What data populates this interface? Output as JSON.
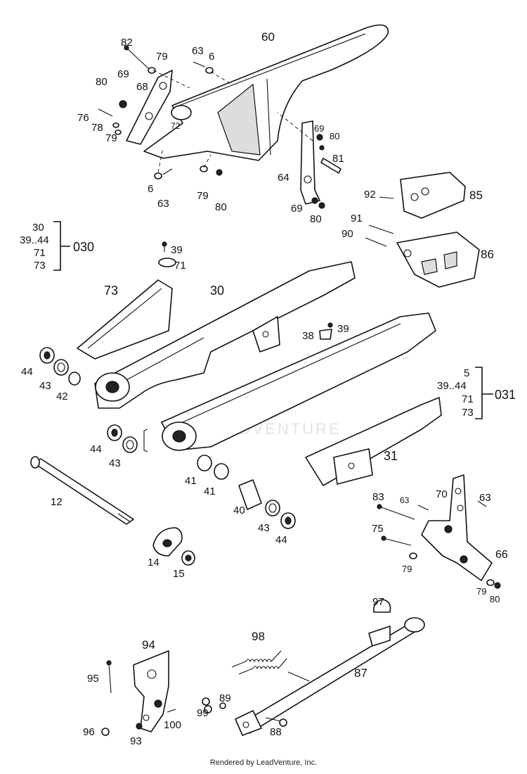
{
  "diagram": {
    "callouts": [
      {
        "id": "60",
        "text": "60"
      },
      {
        "id": "82",
        "text": "82"
      },
      {
        "id": "79a",
        "text": "79"
      },
      {
        "id": "63a",
        "text": "63"
      },
      {
        "id": "6a",
        "text": "6"
      },
      {
        "id": "80a",
        "text": "80"
      },
      {
        "id": "69a",
        "text": "69"
      },
      {
        "id": "68",
        "text": "68"
      },
      {
        "id": "76",
        "text": "76"
      },
      {
        "id": "78",
        "text": "78"
      },
      {
        "id": "79b",
        "text": "79"
      },
      {
        "id": "72",
        "text": "72"
      },
      {
        "id": "69b",
        "text": "69"
      },
      {
        "id": "80b",
        "text": "80"
      },
      {
        "id": "81",
        "text": "81"
      },
      {
        "id": "64",
        "text": "64"
      },
      {
        "id": "6b",
        "text": "6"
      },
      {
        "id": "63b",
        "text": "63"
      },
      {
        "id": "79c",
        "text": "79"
      },
      {
        "id": "80c",
        "text": "80"
      },
      {
        "id": "69c",
        "text": "69"
      },
      {
        "id": "80d",
        "text": "80"
      },
      {
        "id": "92",
        "text": "92"
      },
      {
        "id": "85",
        "text": "85"
      },
      {
        "id": "91",
        "text": "91"
      },
      {
        "id": "90",
        "text": "90"
      },
      {
        "id": "86",
        "text": "86"
      },
      {
        "id": "39a",
        "text": "39"
      },
      {
        "id": "71a",
        "text": "71"
      },
      {
        "id": "73a",
        "text": "73"
      },
      {
        "id": "30",
        "text": "30"
      },
      {
        "id": "38",
        "text": "38"
      },
      {
        "id": "39b",
        "text": "39"
      },
      {
        "id": "44a",
        "text": "44"
      },
      {
        "id": "43a",
        "text": "43"
      },
      {
        "id": "42",
        "text": "42"
      },
      {
        "id": "44b",
        "text": "44"
      },
      {
        "id": "43b",
        "text": "43"
      },
      {
        "id": "41a",
        "text": "41"
      },
      {
        "id": "41b",
        "text": "41"
      },
      {
        "id": "40",
        "text": "40"
      },
      {
        "id": "43c",
        "text": "43"
      },
      {
        "id": "44c",
        "text": "44"
      },
      {
        "id": "12",
        "text": "12"
      },
      {
        "id": "14",
        "text": "14"
      },
      {
        "id": "15",
        "text": "15"
      },
      {
        "id": "31",
        "text": "31"
      },
      {
        "id": "83",
        "text": "83"
      },
      {
        "id": "63c",
        "text": "63"
      },
      {
        "id": "70",
        "text": "70"
      },
      {
        "id": "63d",
        "text": "63"
      },
      {
        "id": "75",
        "text": "75"
      },
      {
        "id": "79d",
        "text": "79"
      },
      {
        "id": "66",
        "text": "66"
      },
      {
        "id": "79e",
        "text": "79"
      },
      {
        "id": "80e",
        "text": "80"
      },
      {
        "id": "97",
        "text": "97"
      },
      {
        "id": "98",
        "text": "98"
      },
      {
        "id": "87",
        "text": "87"
      },
      {
        "id": "94",
        "text": "94"
      },
      {
        "id": "95",
        "text": "95"
      },
      {
        "id": "99",
        "text": "99"
      },
      {
        "id": "89",
        "text": "89"
      },
      {
        "id": "96",
        "text": "96"
      },
      {
        "id": "93",
        "text": "93"
      },
      {
        "id": "100",
        "text": "100"
      },
      {
        "id": "88",
        "text": "88"
      }
    ],
    "kit_030": {
      "items": [
        "30",
        "39..44",
        "71",
        "73"
      ],
      "code": "030"
    },
    "kit_031": {
      "items": [
        "5",
        "39..44",
        "71",
        "73"
      ],
      "code": "031"
    }
  },
  "watermark": "LEADVENTURE",
  "footer": "Rendered by LeadVenture, Inc."
}
